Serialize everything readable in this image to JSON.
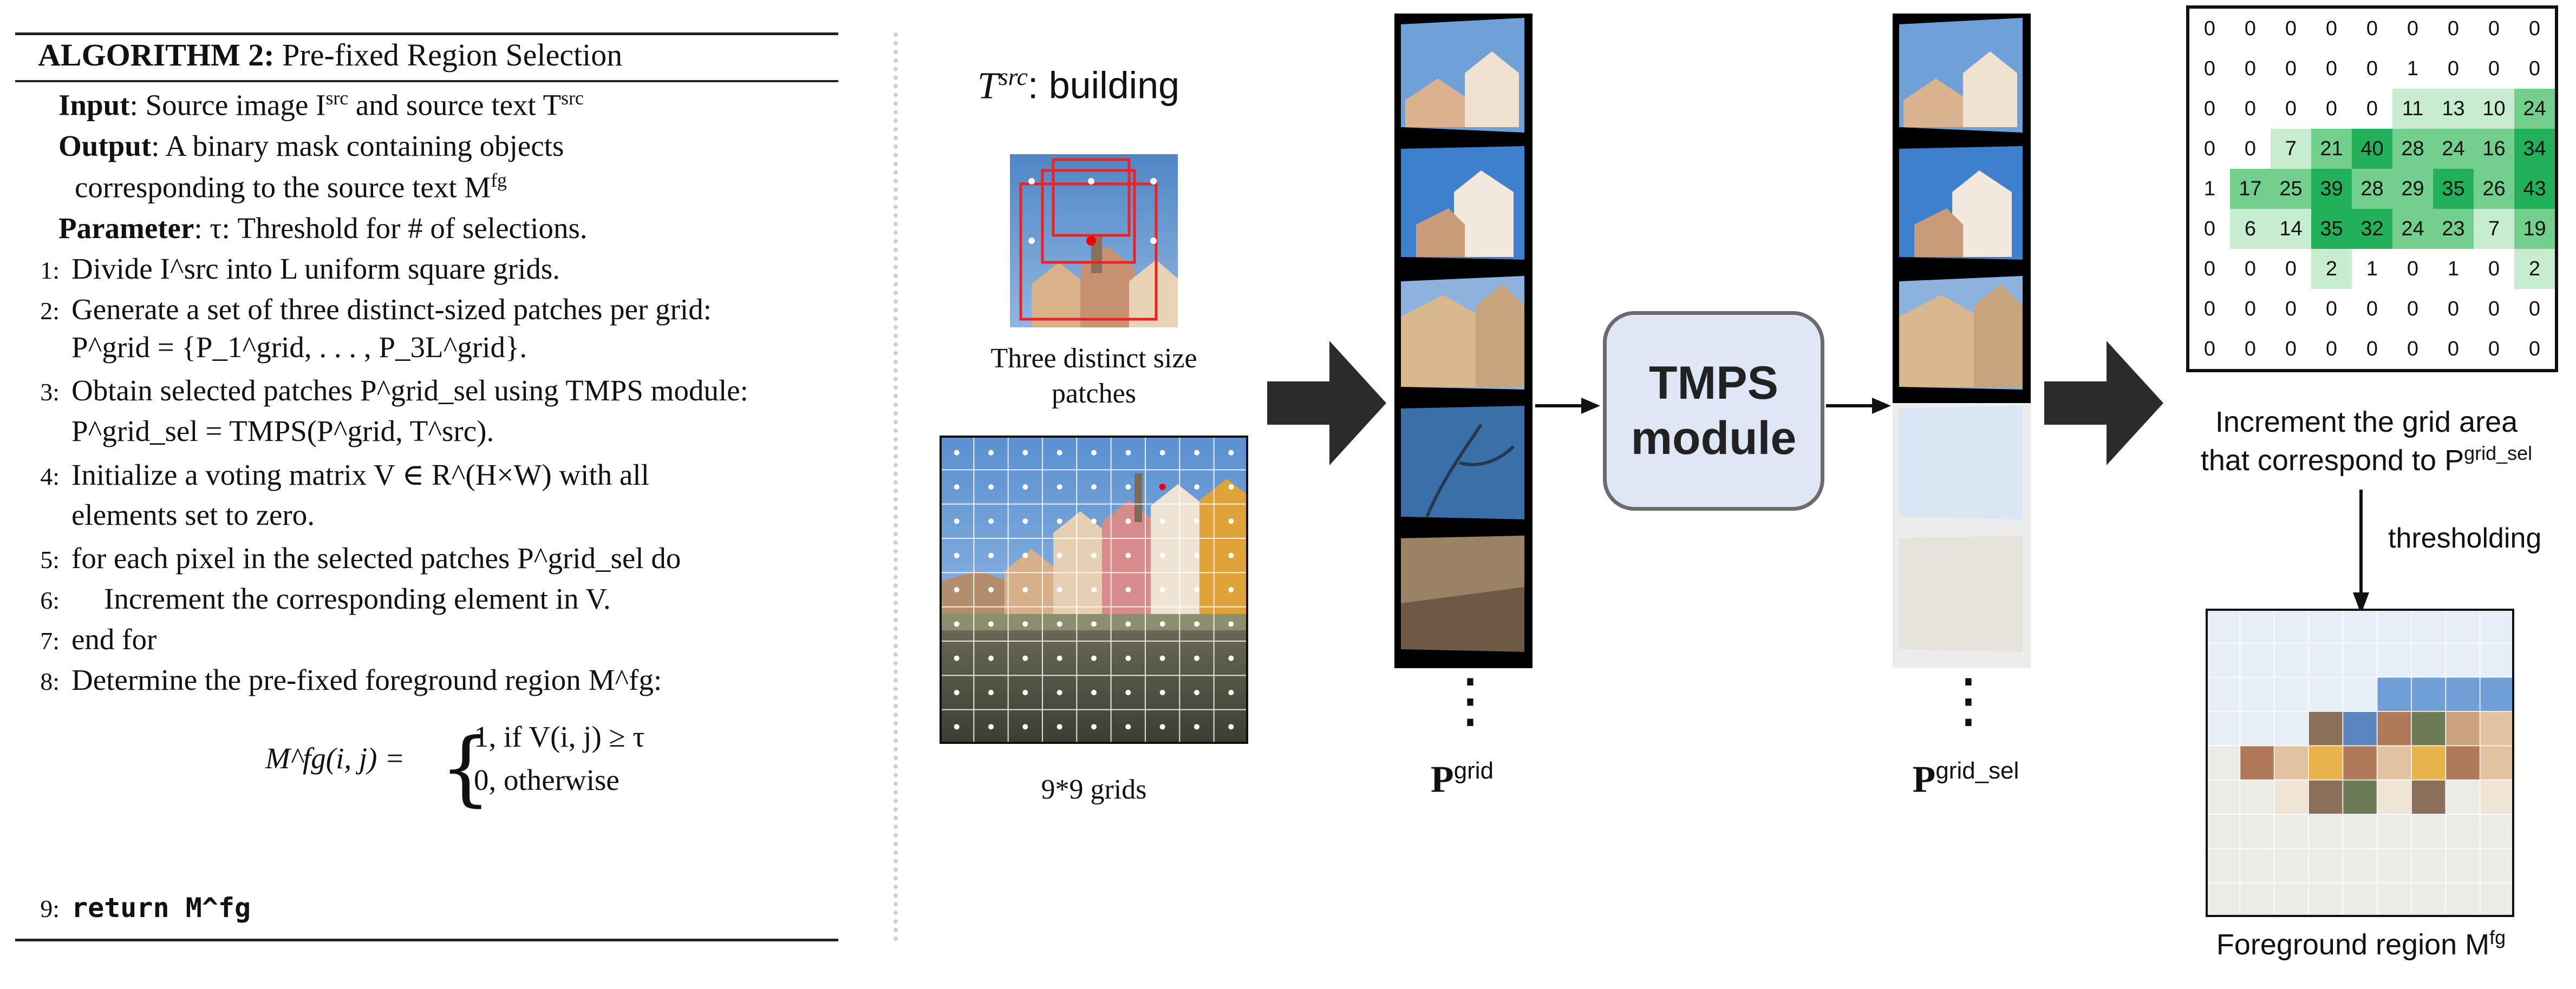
{
  "algorithm": {
    "title_bold": "ALGORITHM 2:",
    "title_rest": " Pre-fixed Region Selection",
    "input_label": "Input",
    "input_text": ": Source image I",
    "input_sup1": "src",
    "input_text2": " and source text T",
    "input_sup2": "src",
    "output_label": "Output",
    "output_text": ": A binary mask containing objects",
    "output_text2": "corresponding to the source text M",
    "output_sup": "fg",
    "param_label": "Parameter",
    "param_text": ": τ: Threshold for # of selections.",
    "steps": [
      {
        "num": "1:",
        "text": "Divide I^src into L uniform square grids."
      },
      {
        "num": "2:",
        "text": "Generate a set of three distinct-sized patches per grid:"
      },
      {
        "num": "",
        "text": "P^grid = {P_1^grid, . . . , P_3L^grid}."
      },
      {
        "num": "3:",
        "text": "Obtain selected patches P^grid_sel using TMPS module:"
      },
      {
        "num": "",
        "text": "P^grid_sel = TMPS(P^grid, T^src)."
      },
      {
        "num": "4:",
        "text": "Initialize a voting matrix V ∈ R^(H×W) with all"
      },
      {
        "num": "",
        "text": "elements set to zero."
      },
      {
        "num": "5:",
        "text": "for each pixel in the selected patches P^grid_sel do"
      },
      {
        "num": "6:",
        "text": "Increment the corresponding element in V."
      },
      {
        "num": "7:",
        "text": "end for"
      },
      {
        "num": "8:",
        "text": "Determine the pre-fixed foreground region M^fg:"
      }
    ],
    "equation_lhs": "M^fg(i, j) =",
    "equation_case1": "1,   if V(i, j) ≥ τ",
    "equation_case2": "0,   otherwise",
    "return_num": "9:",
    "return_text": "return M^fg"
  },
  "diagram": {
    "t_src_label": "T",
    "t_src_sup": "src",
    "t_src_value": ": building",
    "patches_caption_1": "Three distinct size",
    "patches_caption_2": "patches",
    "grid_caption": "9*9 grids",
    "p_grid_label": "P",
    "p_grid_sup": "grid",
    "tmps_line1": "TMPS",
    "tmps_line2": "module",
    "p_grid_sel_label": "P",
    "p_grid_sel_sup": "grid_sel",
    "increment_caption_1": "Increment the grid area",
    "increment_caption_2": "that correspond to P",
    "increment_caption_sup": "grid_sel",
    "thresholding_label": "thresholding",
    "foreground_caption": "Foreground region M",
    "foreground_sup": "fg",
    "ellipsis": "⋮"
  },
  "voting_matrix": [
    [
      0,
      0,
      0,
      0,
      0,
      0,
      0,
      0,
      0
    ],
    [
      0,
      0,
      0,
      0,
      0,
      1,
      0,
      0,
      0
    ],
    [
      0,
      0,
      0,
      0,
      0,
      11,
      13,
      10,
      24
    ],
    [
      0,
      0,
      7,
      21,
      40,
      28,
      24,
      16,
      34
    ],
    [
      1,
      17,
      25,
      39,
      28,
      29,
      35,
      26,
      43
    ],
    [
      0,
      6,
      14,
      35,
      32,
      24,
      23,
      7,
      19
    ],
    [
      0,
      0,
      0,
      2,
      1,
      0,
      1,
      0,
      2
    ],
    [
      0,
      0,
      0,
      0,
      0,
      0,
      0,
      0,
      0
    ],
    [
      0,
      0,
      0,
      0,
      0,
      0,
      0,
      0,
      0
    ]
  ],
  "colors": {
    "cell_high": "#22b05a",
    "cell_mid": "#73cf8e",
    "cell_low": "#c8ecd0",
    "tmps_fill": "#dfe6f6",
    "arrow": "#2b2b2b"
  }
}
